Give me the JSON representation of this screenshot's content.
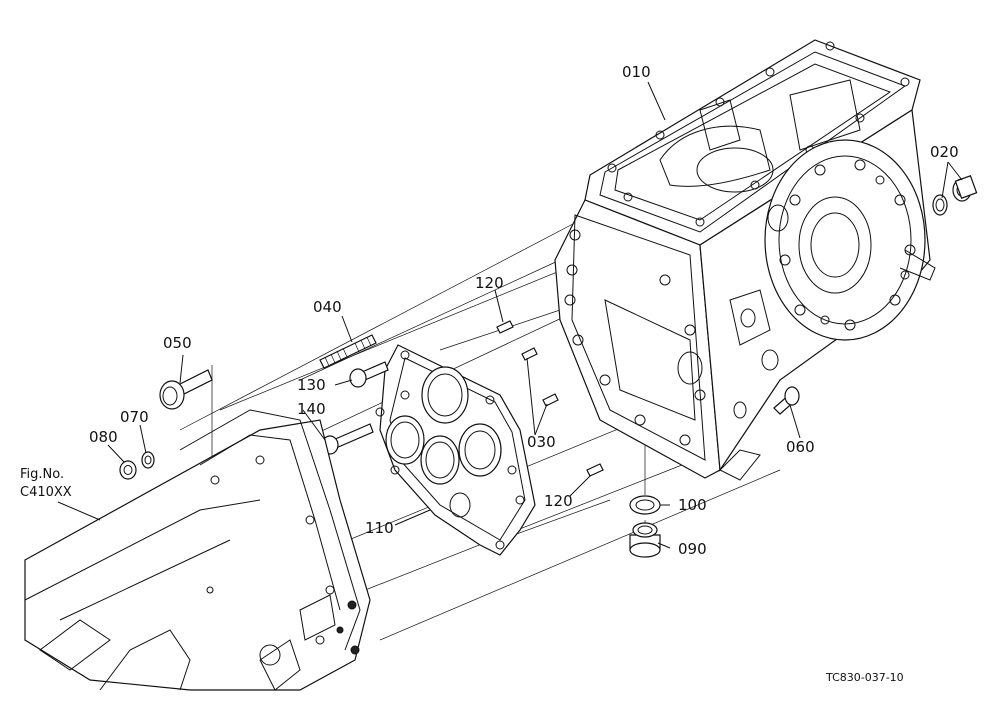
{
  "figure_ref": {
    "line1": "Fig.No.",
    "line2": "C410XX"
  },
  "drawing_code": "TC830-037-10",
  "callouts": [
    {
      "id": "010",
      "label": "010"
    },
    {
      "id": "020",
      "label": "020"
    },
    {
      "id": "030",
      "label": "030"
    },
    {
      "id": "040",
      "label": "040"
    },
    {
      "id": "050",
      "label": "050"
    },
    {
      "id": "060",
      "label": "060"
    },
    {
      "id": "070",
      "label": "070"
    },
    {
      "id": "080",
      "label": "080"
    },
    {
      "id": "090",
      "label": "090"
    },
    {
      "id": "100",
      "label": "100"
    },
    {
      "id": "110",
      "label": "110"
    },
    {
      "id": "120a",
      "label": "120"
    },
    {
      "id": "120b",
      "label": "120"
    },
    {
      "id": "130",
      "label": "130"
    },
    {
      "id": "140",
      "label": "140"
    }
  ]
}
